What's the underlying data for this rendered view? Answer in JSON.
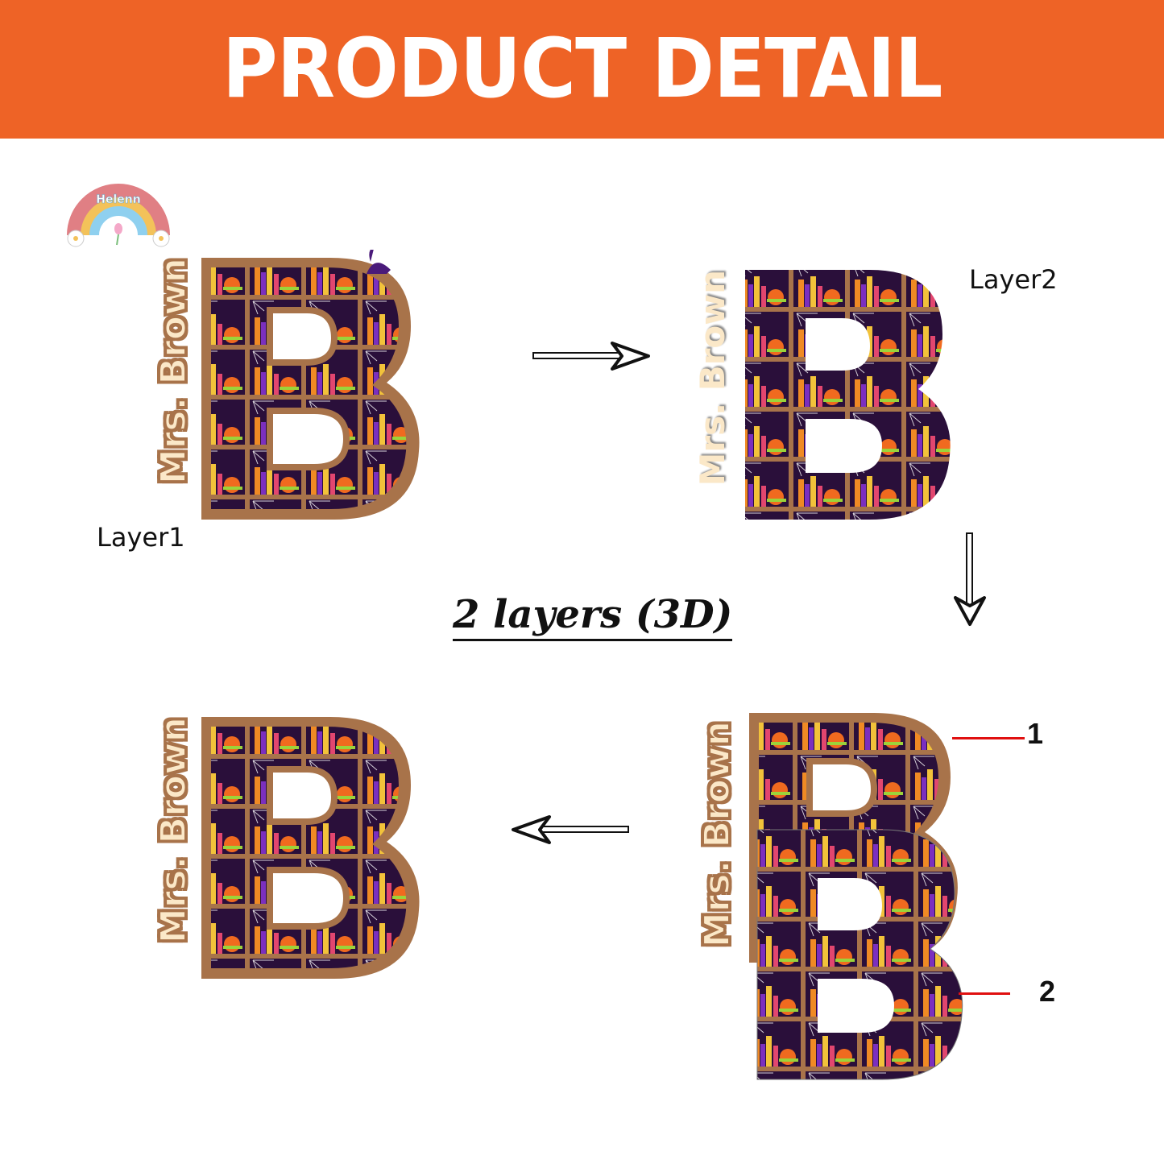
{
  "banner": {
    "title": "PRODUCT DETAIL",
    "bg_color": "#ee6326",
    "text_color": "#ffffff"
  },
  "logo": {
    "text": "Helenn"
  },
  "pieces": [
    {
      "id": "layer1",
      "letter": "B",
      "name": "Mrs. Brown",
      "label": "Layer1",
      "border": "brown"
    },
    {
      "id": "layer2",
      "letter": "B",
      "name": "Mrs. Brown",
      "label": "Layer2",
      "border": "none"
    },
    {
      "id": "stacked",
      "letter": "B",
      "name": "Mrs. Brown",
      "callouts": [
        "1",
        "2"
      ]
    },
    {
      "id": "final",
      "letter": "B",
      "name": "Mrs. Brown"
    }
  ],
  "caption": "2 layers (3D)",
  "colors": {
    "brown": "#a8734a",
    "shelf_bg": "#2a0f3a",
    "cream": "#fbe8c8",
    "callout_red": "#e01010"
  }
}
